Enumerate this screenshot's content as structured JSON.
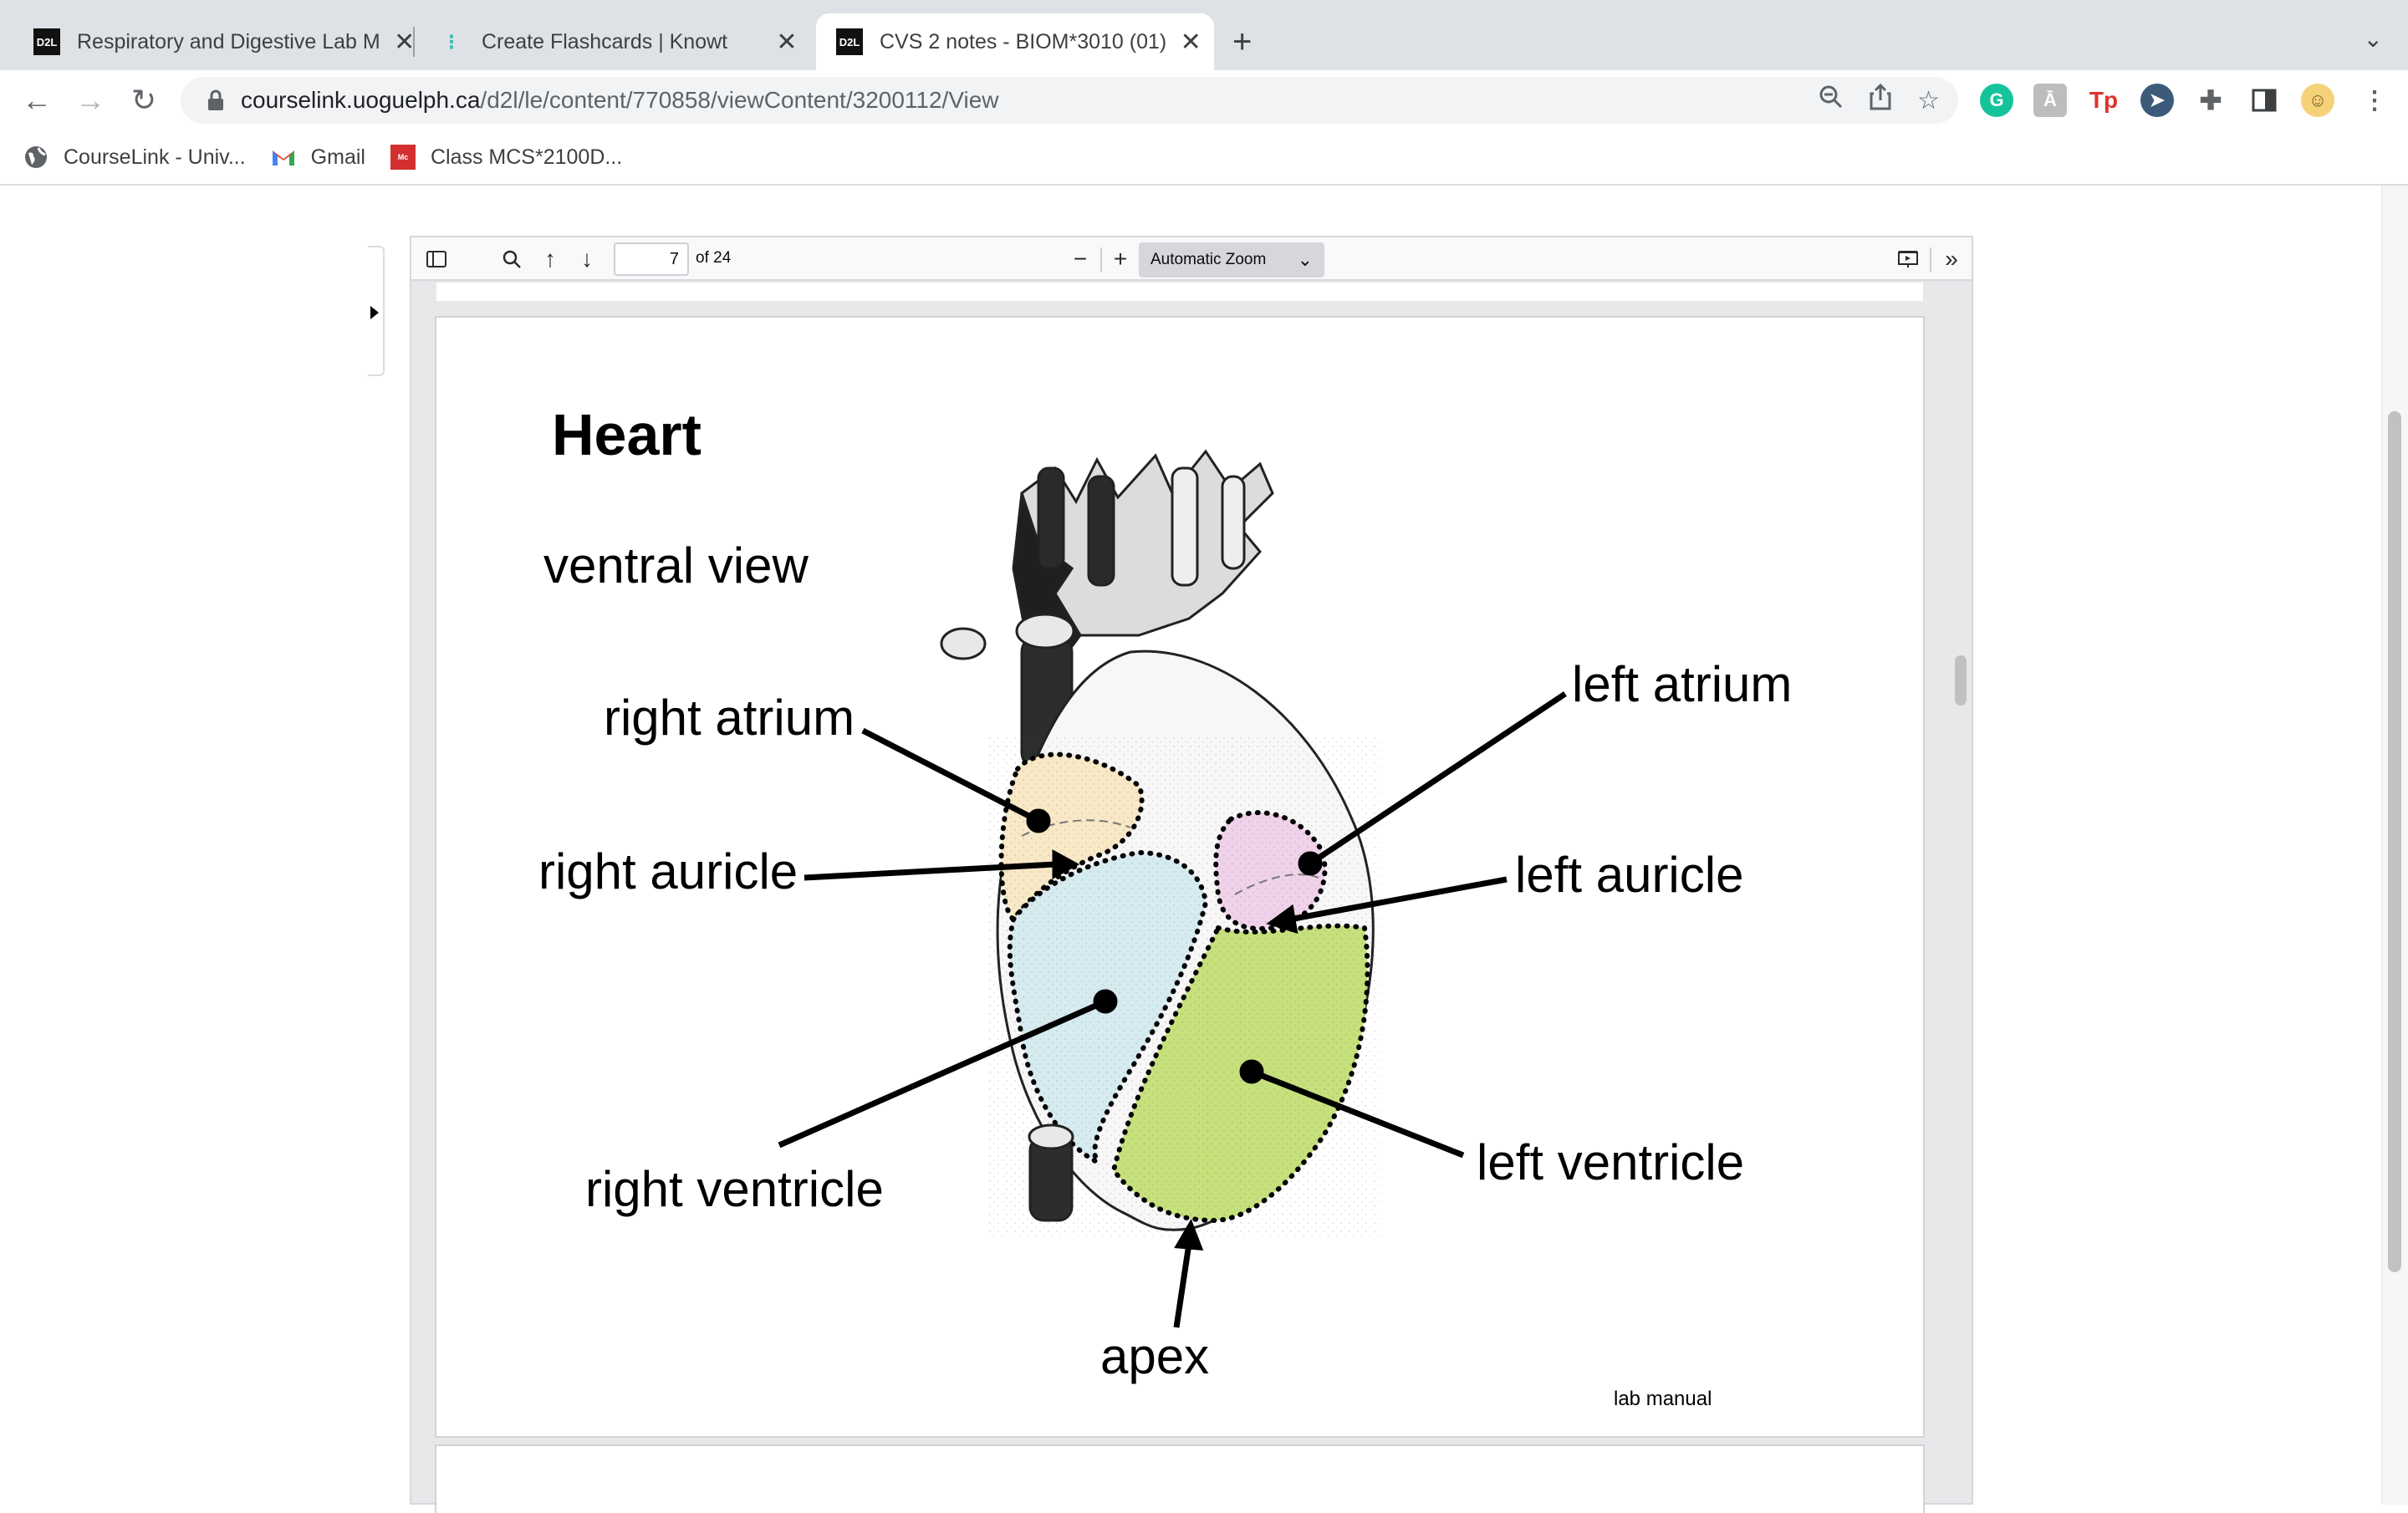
{
  "browser": {
    "tabs": [
      {
        "title": "Respiratory and Digestive Lab M",
        "favicon": "D2L",
        "close": "✕"
      },
      {
        "title": "Create Flashcards | Knowt",
        "favicon": "knowt-icon",
        "close": "✕"
      },
      {
        "title": "CVS 2 notes - BIOM*3010 (01)",
        "favicon": "D2L",
        "close": "✕"
      }
    ],
    "new_tab": "+",
    "url_host": "courselink.uoguelph.ca",
    "url_path": "/d2l/le/content/770858/viewContent/3200112/View",
    "bookmarks": [
      {
        "label": "CourseLink - Univ..."
      },
      {
        "label": "Gmail"
      },
      {
        "label": "Class MCS*2100D..."
      }
    ]
  },
  "pdf_viewer": {
    "page_number": "7",
    "page_count": "of 24",
    "zoom_label": "Automatic Zoom"
  },
  "page": {
    "title": "Heart",
    "subtitle": "ventral view",
    "labels": {
      "right_atrium": "right atrium",
      "right_auricle": "right auricle",
      "right_ventricle": "right ventricle",
      "left_atrium": "left atrium",
      "left_auricle": "left auricle",
      "left_ventricle": "left ventricle",
      "apex": "apex"
    },
    "footnote": "lab manual",
    "region_colors": {
      "right_atrium": "#f8e8c6",
      "right_ventricle": "#d6ebf0",
      "left_auricle": "#efd2ea",
      "left_ventricle": "#c6e07c"
    }
  }
}
